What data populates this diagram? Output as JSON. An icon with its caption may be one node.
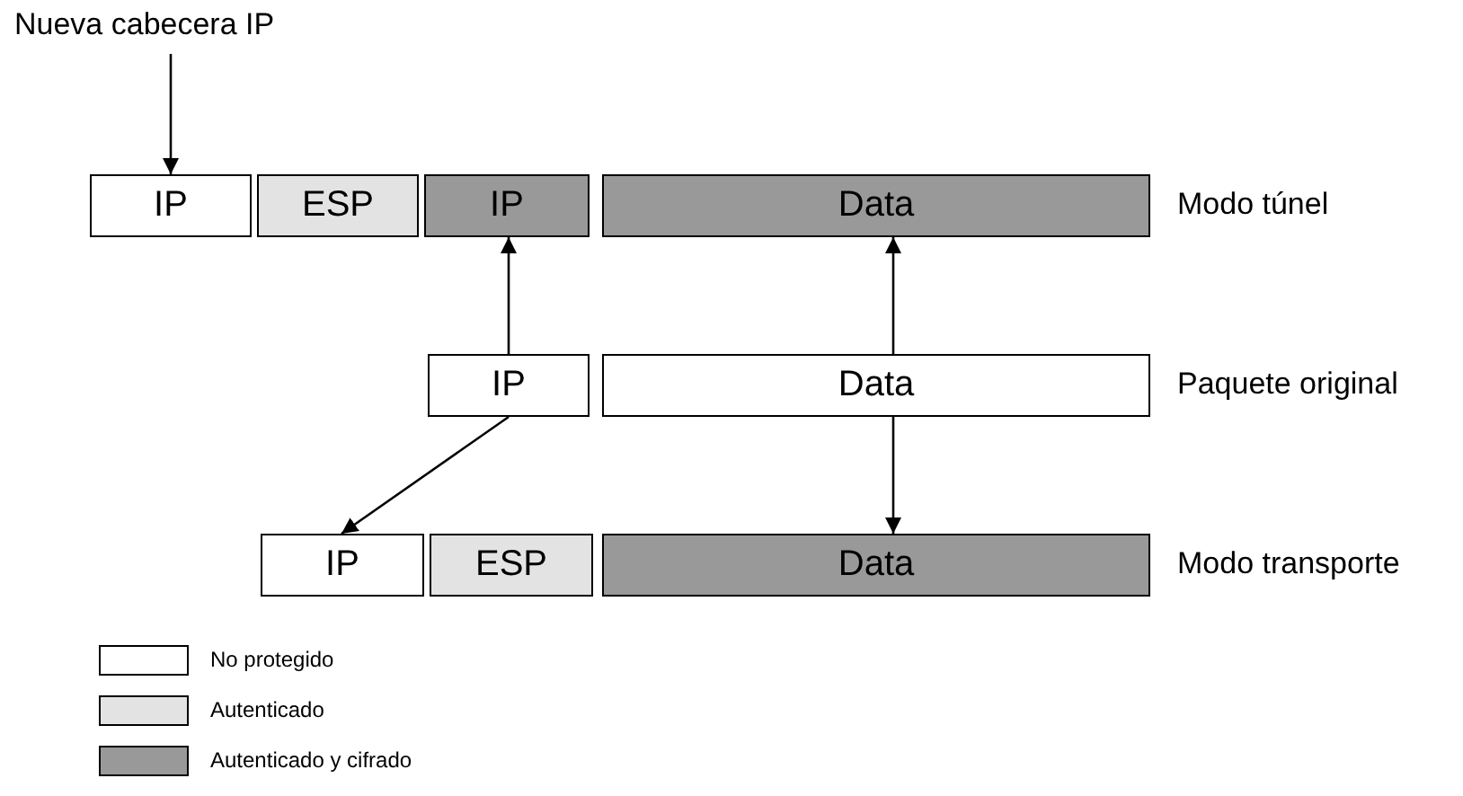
{
  "diagram": {
    "nodes": [
      {
        "text": [
          "Nueva cabecera IP"
        ]
      },
      {
        "text": [
          "IP"
        ]
      },
      {
        "text": [
          "ESP"
        ]
      },
      {
        "text": [
          "IP"
        ]
      },
      {
        "text": [
          "Data"
        ]
      },
      {
        "text": [
          "IP"
        ]
      },
      {
        "text": [
          "Data"
        ]
      },
      {
        "text": [
          "IP"
        ]
      },
      {
        "text": [
          "ESP"
        ]
      },
      {
        "text": [
          "Data"
        ]
      }
    ],
    "edges": [
      {
        "from": 0,
        "to": 1,
        "arrow": "to"
      },
      {
        "from": 5,
        "to": 3,
        "arrow": "to"
      },
      {
        "from": 6,
        "to": 4,
        "arrow": "to"
      },
      {
        "from": 5,
        "to": 7,
        "arrow": "to"
      },
      {
        "from": 6,
        "to": 9,
        "arrow": "to"
      }
    ],
    "labels": [
      "Modo túnel",
      "Paquete original",
      "Modo transporte"
    ],
    "legend": [
      {
        "text": "No protegido",
        "color": "#ffffff"
      },
      {
        "text": "Autenticado",
        "color": "#e3e3e3"
      },
      {
        "text": "Autenticado y cifrado",
        "color": "#999999"
      }
    ]
  }
}
